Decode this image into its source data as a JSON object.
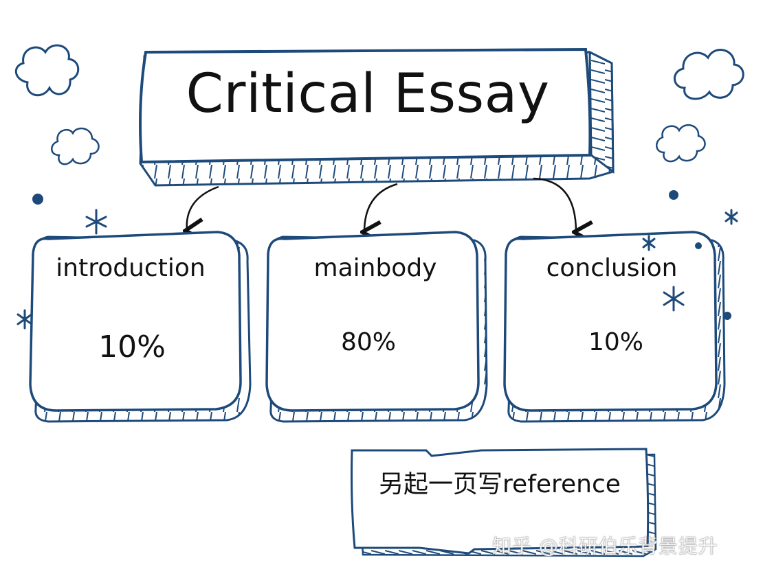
{
  "title": "Critical Essay",
  "boxes": [
    {
      "label": "introduction",
      "value": "10%"
    },
    {
      "label": "mainbody",
      "value": "80%"
    },
    {
      "label": "conclusion",
      "value": "10%"
    }
  ],
  "note": "另起一页写reference",
  "watermark": "知乎 @科研伯乐背景提升",
  "colors": {
    "stroke": "#1d4a7a",
    "text": "#111111",
    "arrow": "#111111"
  },
  "decorations": [
    "cloud-icon",
    "cloud-icon",
    "cloud-icon",
    "cloud-icon",
    "star-icon",
    "dot-icon"
  ]
}
